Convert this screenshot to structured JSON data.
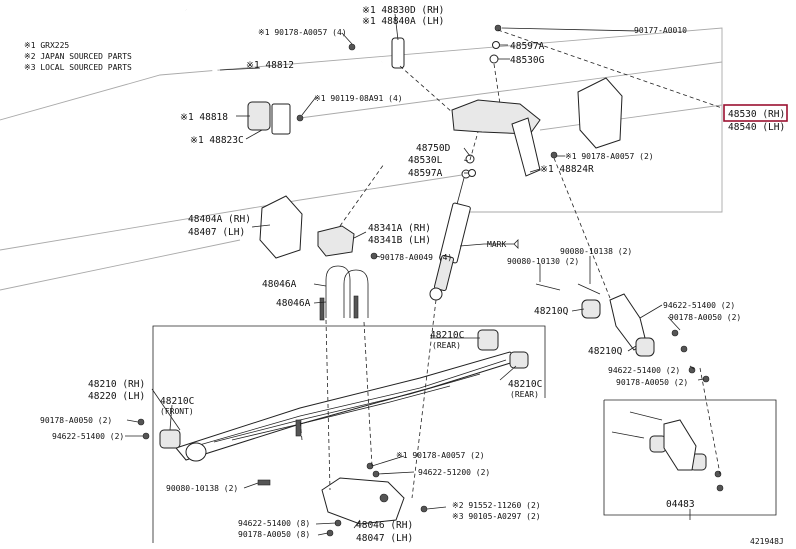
{
  "legend": [
    "※1 GRX225",
    "※2 JAPAN SOURCED PARTS",
    "※3 LOCAL SOURCED PARTS"
  ],
  "callouts": [
    {
      "id": "c-48830d",
      "text": "※1 48830D (RH)"
    },
    {
      "id": "c-48840a",
      "text": "※1 48840A (LH)"
    },
    {
      "id": "c-90178-a0057-4-top",
      "text": "※1 90178-A0057 (4)"
    },
    {
      "id": "c-90177-a0010",
      "text": "90177-A0010"
    },
    {
      "id": "c-48597a-top",
      "text": "48597A"
    },
    {
      "id": "c-48530g",
      "text": "48530G"
    },
    {
      "id": "c-48812",
      "text": "※1 48812"
    },
    {
      "id": "c-90119-08a91",
      "text": "※1 90119-08A91 (4)"
    },
    {
      "id": "c-48818",
      "text": "※1 48818"
    },
    {
      "id": "c-48823c",
      "text": "※1 48823C"
    },
    {
      "id": "c-48530-rh",
      "text": "48530 (RH)"
    },
    {
      "id": "c-48540-lh",
      "text": "48540 (LH)"
    },
    {
      "id": "c-48750d",
      "text": "48750D"
    },
    {
      "id": "c-48530l",
      "text": "48530L"
    },
    {
      "id": "c-48597a-mid",
      "text": "48597A"
    },
    {
      "id": "c-90178-a0057-2-right",
      "text": "※1 90178-A0057 (2)"
    },
    {
      "id": "c-48824r",
      "text": "※1 48824R"
    },
    {
      "id": "c-48404a",
      "text": "48404A (RH)"
    },
    {
      "id": "c-48407",
      "text": "48407 (LH)"
    },
    {
      "id": "c-48341a",
      "text": "48341A (RH)"
    },
    {
      "id": "c-48341b",
      "text": "48341B (LH)"
    },
    {
      "id": "c-mark",
      "text": "MARK"
    },
    {
      "id": "c-90178-a0049",
      "text": "90178-A0049 (4)"
    },
    {
      "id": "c-90080-10138-2-r",
      "text": "90080-10138 (2)"
    },
    {
      "id": "c-90080-10130",
      "text": "90080-10130 (2)"
    },
    {
      "id": "c-48046a-1",
      "text": "48046A"
    },
    {
      "id": "c-48046a-2",
      "text": "48046A"
    },
    {
      "id": "c-48210q-1",
      "text": "48210Q"
    },
    {
      "id": "c-94622-51400-2-r1",
      "text": "94622-51400 (2)"
    },
    {
      "id": "c-90178-a0050-2-r1",
      "text": "90178-A0050 (2)"
    },
    {
      "id": "c-48210c-rear-1",
      "text": "48210C"
    },
    {
      "id": "c-rear-1",
      "text": "(REAR)"
    },
    {
      "id": "c-48210q-2",
      "text": "48210Q"
    },
    {
      "id": "c-94622-51400-2-r2",
      "text": "94622-51400 (2)"
    },
    {
      "id": "c-90178-a0050-2-r2",
      "text": "90178-A0050 (2)"
    },
    {
      "id": "c-48210c-rear-2",
      "text": "48210C"
    },
    {
      "id": "c-rear-2",
      "text": "(REAR)"
    },
    {
      "id": "c-48210-rh",
      "text": "48210 (RH)"
    },
    {
      "id": "c-48220-lh",
      "text": "48220 (LH)"
    },
    {
      "id": "c-48210c-front",
      "text": "48210C"
    },
    {
      "id": "c-front",
      "text": "(FRONT)"
    },
    {
      "id": "c-90178-a0050-2-l",
      "text": "90178-A0050 (2)"
    },
    {
      "id": "c-94622-51400-2-l",
      "text": "94622-51400 (2)"
    },
    {
      "id": "c-90178-a0057-2-b",
      "text": "※1 90178-A0057 (2)"
    },
    {
      "id": "c-94622-51200",
      "text": "94622-51200 (2)"
    },
    {
      "id": "c-90080-10138-2-b",
      "text": "90080-10138 (2)"
    },
    {
      "id": "c-91552-11260",
      "text": "※2 91552-11260 (2)"
    },
    {
      "id": "c-90105-a0297",
      "text": "※3 90105-A0297 (2)"
    },
    {
      "id": "c-94622-51400-8",
      "text": "94622-51400 (8)"
    },
    {
      "id": "c-90178-a0050-8",
      "text": "90178-A0050 (8)"
    },
    {
      "id": "c-48046-rh",
      "text": "48046 (RH)"
    },
    {
      "id": "c-48047-lh",
      "text": "48047 (LH)"
    },
    {
      "id": "c-04483",
      "text": "04483"
    },
    {
      "id": "c-diagram-id",
      "text": "421948J"
    }
  ],
  "highlight_color": "#9b1030"
}
